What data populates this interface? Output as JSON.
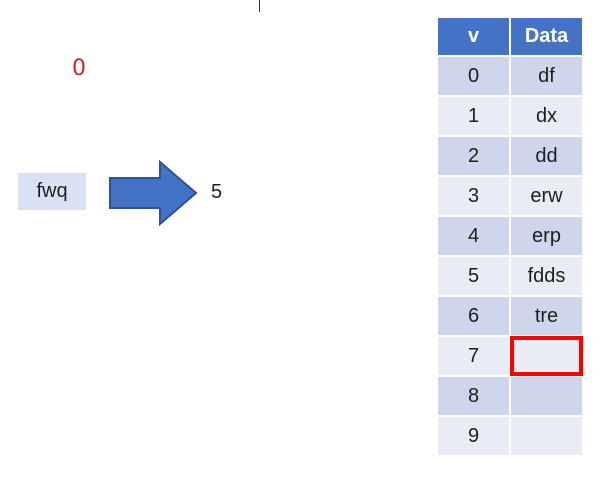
{
  "diagram": {
    "input_value": "fwq",
    "result_value": "5",
    "red_mark": "0",
    "arrow_icon": "right-arrow-icon",
    "colors": {
      "header": "#4472c4",
      "row_odd": "#cfd5ea",
      "row_even": "#e9ebf5",
      "input_box": "#d9e1f2",
      "arrow_fill": "#4472c4",
      "highlight": "#ff0000",
      "red_mark": "#c62828"
    }
  },
  "table": {
    "headers": [
      "v",
      "Data"
    ],
    "rows": [
      {
        "v": "0",
        "data": "df"
      },
      {
        "v": "1",
        "data": "dx"
      },
      {
        "v": "2",
        "data": "dd"
      },
      {
        "v": "3",
        "data": "erw"
      },
      {
        "v": "4",
        "data": "erp"
      },
      {
        "v": "5",
        "data": "fdds"
      },
      {
        "v": "6",
        "data": "tre"
      },
      {
        "v": "7",
        "data": ""
      },
      {
        "v": "8",
        "data": ""
      },
      {
        "v": "9",
        "data": ""
      }
    ],
    "highlighted_row": 7
  }
}
